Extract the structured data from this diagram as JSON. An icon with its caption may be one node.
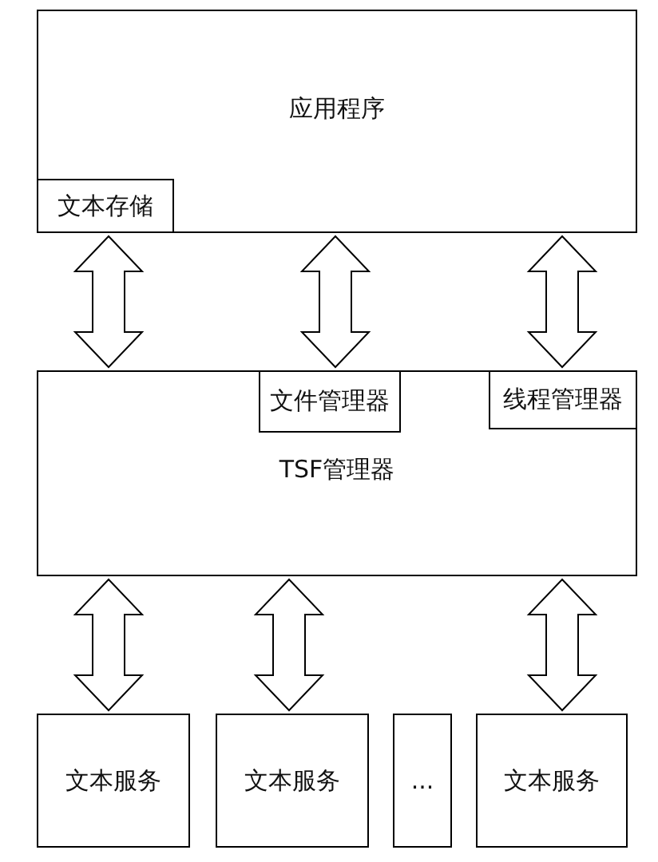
{
  "diagram": {
    "nodes": [
      {
        "text": [
          "应用程序"
        ]
      },
      {
        "text": [
          "文本存储"
        ],
        "in": 0
      },
      {
        "text": [
          "TSF管理器"
        ]
      },
      {
        "text": [
          "文件管理器"
        ],
        "in": 2
      },
      {
        "text": [
          "线程管理器"
        ],
        "in": 2
      },
      {
        "text": [
          "文本服务"
        ]
      },
      {
        "text": [
          "文本服务"
        ]
      },
      {
        "text": [
          "..."
        ]
      },
      {
        "text": [
          "文本服务"
        ]
      }
    ],
    "edges": [
      {
        "from": 0,
        "to": 2,
        "arrow": "both"
      },
      {
        "from": 0,
        "to": 2,
        "arrow": "both"
      },
      {
        "from": 0,
        "to": 2,
        "arrow": "both"
      },
      {
        "from": 2,
        "to": 5,
        "arrow": "both"
      },
      {
        "from": 2,
        "to": 6,
        "arrow": "both"
      },
      {
        "from": 2,
        "to": 8,
        "arrow": "both"
      }
    ]
  }
}
